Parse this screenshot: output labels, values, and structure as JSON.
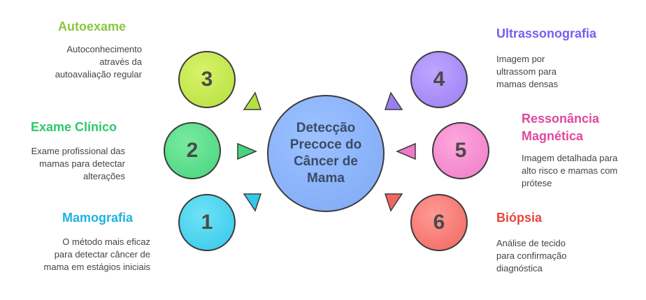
{
  "center": {
    "label": "Detecção Precoce do Câncer de Mama"
  },
  "items": [
    {
      "number": "3",
      "title": "Autoexame",
      "description": "Autoconhecimento através da autoavaliação regular",
      "color": "#8cc63f"
    },
    {
      "number": "2",
      "title": "Exame Clínico",
      "description": "Exame profissional das mamas para detectar alterações",
      "color": "#2fc86e"
    },
    {
      "number": "1",
      "title": "Mamografia",
      "description": "O método mais eficaz para detectar câncer de mama em estágios iniciais",
      "color": "#1fb2e0"
    },
    {
      "number": "4",
      "title": "Ultrassonografia",
      "description": "Imagem por ultrassom para mamas densas",
      "color": "#7b5cf0"
    },
    {
      "number": "5",
      "title": "Ressonância Magnética",
      "description": "Imagem detalhada para alto risco e mamas com prótese",
      "color": "#e0489e"
    },
    {
      "number": "6",
      "title": "Biópsia",
      "description": "Análise de tecido para confirmação diagnóstica",
      "color": "#e8453c"
    }
  ]
}
